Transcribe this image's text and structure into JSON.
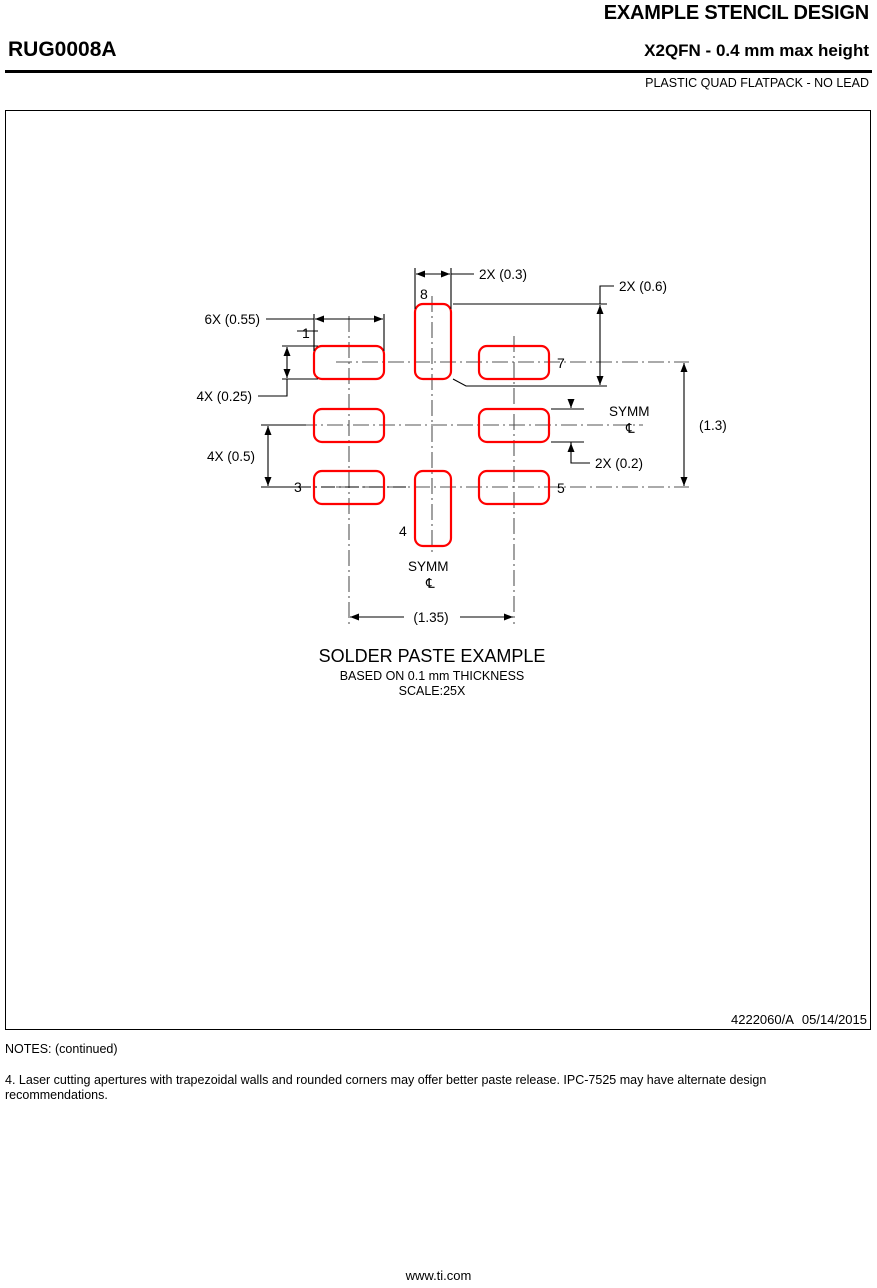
{
  "header": {
    "doc_title": "EXAMPLE STENCIL DESIGN",
    "package_code": "RUG0008A",
    "package_desc": "X2QFN - 0.4 mm max height",
    "package_subtitle": "PLASTIC QUAD FLATPACK - NO LEAD"
  },
  "drawing": {
    "caption_main": "SOLDER PASTE EXAMPLE",
    "caption_sub1": "BASED ON 0.1 mm THICKNESS",
    "caption_sub2": "SCALE:25X",
    "paste_color": "#FF0000",
    "line_color": "#000000",
    "dimensions": {
      "pitch_x_6x": "6X (0.55)",
      "pad_h_4x": "4X (0.25)",
      "pitch_y_4x": "4X (0.5)",
      "corner_w_2x": "2X (0.3)",
      "corner_h_2x": "2X (0.6)",
      "mid_h_2x": "2X (0.2)",
      "overall_h": "(1.3)",
      "overall_w": "(1.35)"
    },
    "symm_label": "SYMM",
    "symm_glyph": "℄",
    "pin_numbers": {
      "p1": "1",
      "p3": "3",
      "p4": "4",
      "p5": "5",
      "p7": "7",
      "p8": "8"
    }
  },
  "drawing_number": {
    "id": "4222060/A",
    "date": "05/14/2015"
  },
  "notes": {
    "heading": "NOTES: (continued)",
    "item_4_number": "4.",
    "item_4_text": "Laser cutting apertures with trapezoidal walls and rounded corners may offer better paste release. IPC-7525 may have alternate design recommendations."
  },
  "footer": {
    "url": "www.ti.com"
  }
}
